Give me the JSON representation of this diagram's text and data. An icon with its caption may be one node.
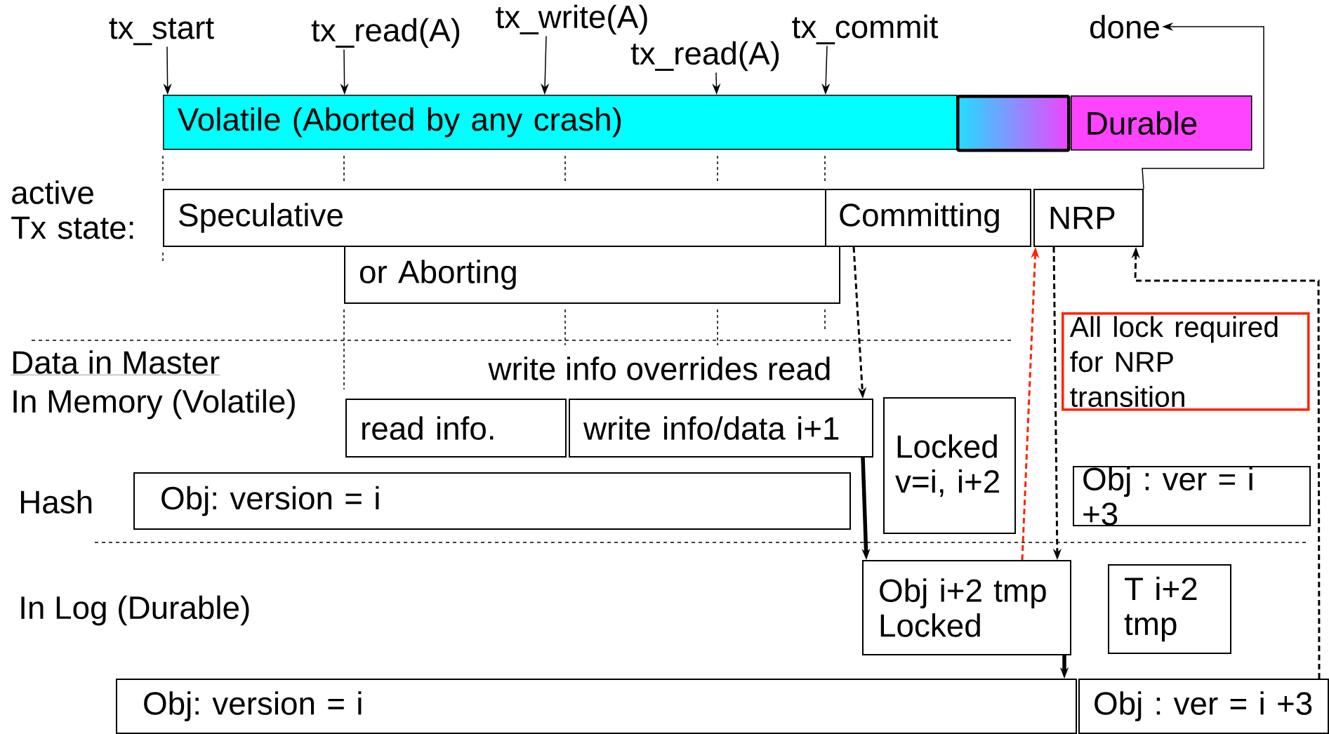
{
  "diagram": {
    "nodes": [
      {
        "text": [
          "tx_start"
        ]
      },
      {
        "text": [
          "tx_read(A)"
        ]
      },
      {
        "text": [
          "tx_write(A)"
        ]
      },
      {
        "text": [
          "tx_read(A)"
        ]
      },
      {
        "text": [
          "tx_commit"
        ]
      },
      {
        "text": [
          "done"
        ]
      },
      {
        "text": [
          "Volatile (Aborted by any crash)"
        ]
      },
      {
        "text": [],
        "shape": "box"
      },
      {
        "text": [
          "Durable"
        ]
      },
      {
        "text": [
          "Speculative"
        ]
      },
      {
        "text": [
          "Committing"
        ]
      },
      {
        "text": [
          "NRP"
        ]
      },
      {
        "text": [
          "or Aborting"
        ]
      },
      {
        "text": [
          "All lock required for NRP transition"
        ]
      },
      {
        "text": [
          "read info."
        ]
      },
      {
        "text": [
          "write info/data i+1"
        ]
      },
      {
        "text": [
          "Locked v=i, i+2"
        ]
      },
      {
        "text": [
          "Obj: version = i"
        ]
      },
      {
        "text": [
          "Obj : ver = i +3"
        ]
      },
      {
        "text": [
          "Obj i+2 tmp Locked"
        ]
      },
      {
        "text": [
          "T i+2 tmp"
        ]
      },
      {
        "text": [
          "Obj: version = i"
        ]
      },
      {
        "text": [
          "Obj : ver = i +3"
        ]
      }
    ],
    "edges": [
      {
        "from": 0,
        "to": 6,
        "arrow": "to"
      },
      {
        "from": 1,
        "to": 6,
        "arrow": "to"
      },
      {
        "from": 2,
        "to": 6,
        "arrow": "to"
      },
      {
        "from": 3,
        "to": 6,
        "arrow": "to"
      },
      {
        "from": 4,
        "to": 6,
        "arrow": "to"
      },
      {
        "from": 11,
        "to": 5,
        "arrow": "to"
      },
      {
        "from": 10,
        "to": 15,
        "arrow": "to",
        "style": "dashed"
      },
      {
        "from": 15,
        "to": 19,
        "arrow": "to",
        "style": "thick"
      },
      {
        "from": 19,
        "to": 11,
        "arrow": "to",
        "style": "dashed",
        "color": "#ff2200"
      },
      {
        "from": 11,
        "to": 19,
        "arrow": "to",
        "style": "dashed"
      },
      {
        "from": 19,
        "to": 21,
        "arrow": "to",
        "style": "thick"
      },
      {
        "from": 22,
        "to": 11,
        "arrow": "to",
        "style": "dashed"
      }
    ],
    "labels": [
      "active Tx state:",
      "Data in Master",
      "In Memory (Volatile)",
      "write info overrides read",
      "Hash",
      "In Log (Durable)"
    ]
  }
}
